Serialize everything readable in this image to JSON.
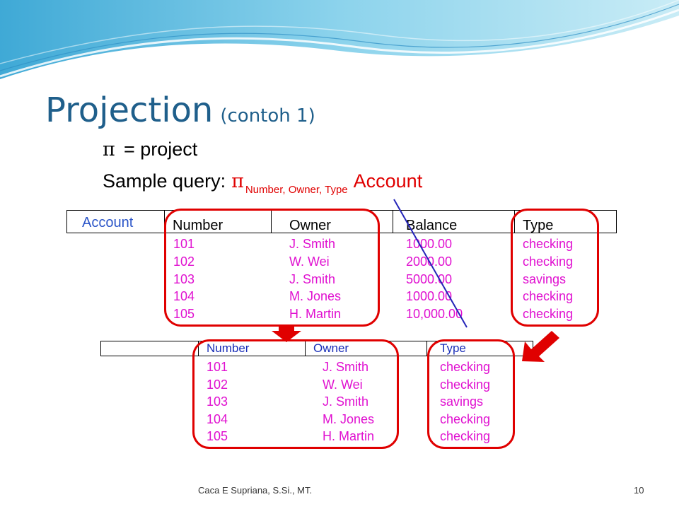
{
  "slide": {
    "title": "Projection",
    "subtitle": "(contoh 1)",
    "definition": {
      "symbol": "π",
      "text": "= project"
    },
    "query": {
      "label": "Sample query:",
      "symbol": "π",
      "subscript": "Number, Owner, Type",
      "relation": "Account"
    },
    "colors": {
      "title": "#1F5F8B",
      "accent": "#E00000",
      "cell_text": "#E010D0",
      "projection_header": "#1A2FB8",
      "relation_label": "#2B55C8"
    },
    "footer": {
      "author": "Caca E Supriana, S.Si., MT.",
      "page_number": "10"
    }
  },
  "source_table": {
    "label": "Account",
    "headers": [
      "Number",
      "Owner",
      "Balance",
      "Type"
    ],
    "columns": [
      [
        "101",
        "102",
        "103",
        "104",
        "105"
      ],
      [
        "J. Smith",
        "W. Wei",
        "J. Smith",
        "M. Jones",
        "H. Martin"
      ],
      [
        "1000.00",
        "2000.00",
        "5000.00",
        "1000.00",
        "10,000.00"
      ],
      [
        "checking",
        "checking",
        "savings",
        "checking",
        "checking"
      ]
    ]
  },
  "result_table": {
    "headers": [
      "Number",
      "Owner",
      "Type"
    ],
    "columns": [
      [
        "101",
        "102",
        "103",
        "104",
        "105"
      ],
      [
        "J. Smith",
        "W. Wei",
        "J. Smith",
        "M. Jones",
        "H. Martin"
      ],
      [
        "checking",
        "checking",
        "savings",
        "checking",
        "checking"
      ]
    ]
  }
}
